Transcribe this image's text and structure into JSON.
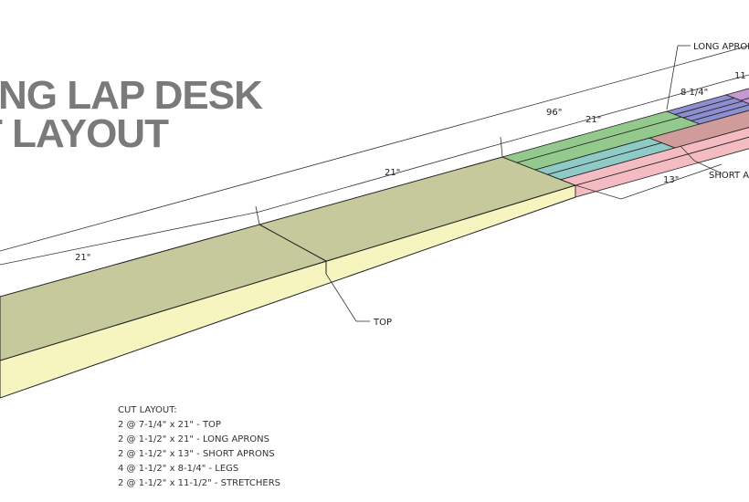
{
  "title": {
    "line1": "NG LAP DESK",
    "line2": "T LAYOUT"
  },
  "dimensions": {
    "overall": "96\"",
    "seg1": "21\"",
    "seg2": "21\"",
    "seg3": "21\"",
    "legs": "8 1/4\"",
    "stretchers": "11",
    "short_aprons": "13\""
  },
  "callouts": {
    "long_aprons": "LONG APRON",
    "short_aprons": "SHORT A",
    "top": "TOP"
  },
  "cut_layout": {
    "heading": "CUT LAYOUT:",
    "items": [
      "2 @ 7-1/4\" x 21\" - TOP",
      "2 @ 1-1/2\" x 21\" - LONG APRONS",
      "2 @ 1-1/2\" x 13\" - SHORT APRONS",
      "4 @ 1-1/2\" x 8-1/4\" - LEGS",
      "2 @ 1-1/2\" x 11-1/2\" - STRETCHERS"
    ]
  },
  "colors": {
    "top": "#c6c99c",
    "edge": "#f6f5c0",
    "long_aprons": "#93c98c",
    "short_aprons": "#8fcac6",
    "legs": "#8e8fd2",
    "stretchers": "#c59ad3",
    "rose": "#cf9b9b",
    "pink": "#f4bcc2"
  }
}
